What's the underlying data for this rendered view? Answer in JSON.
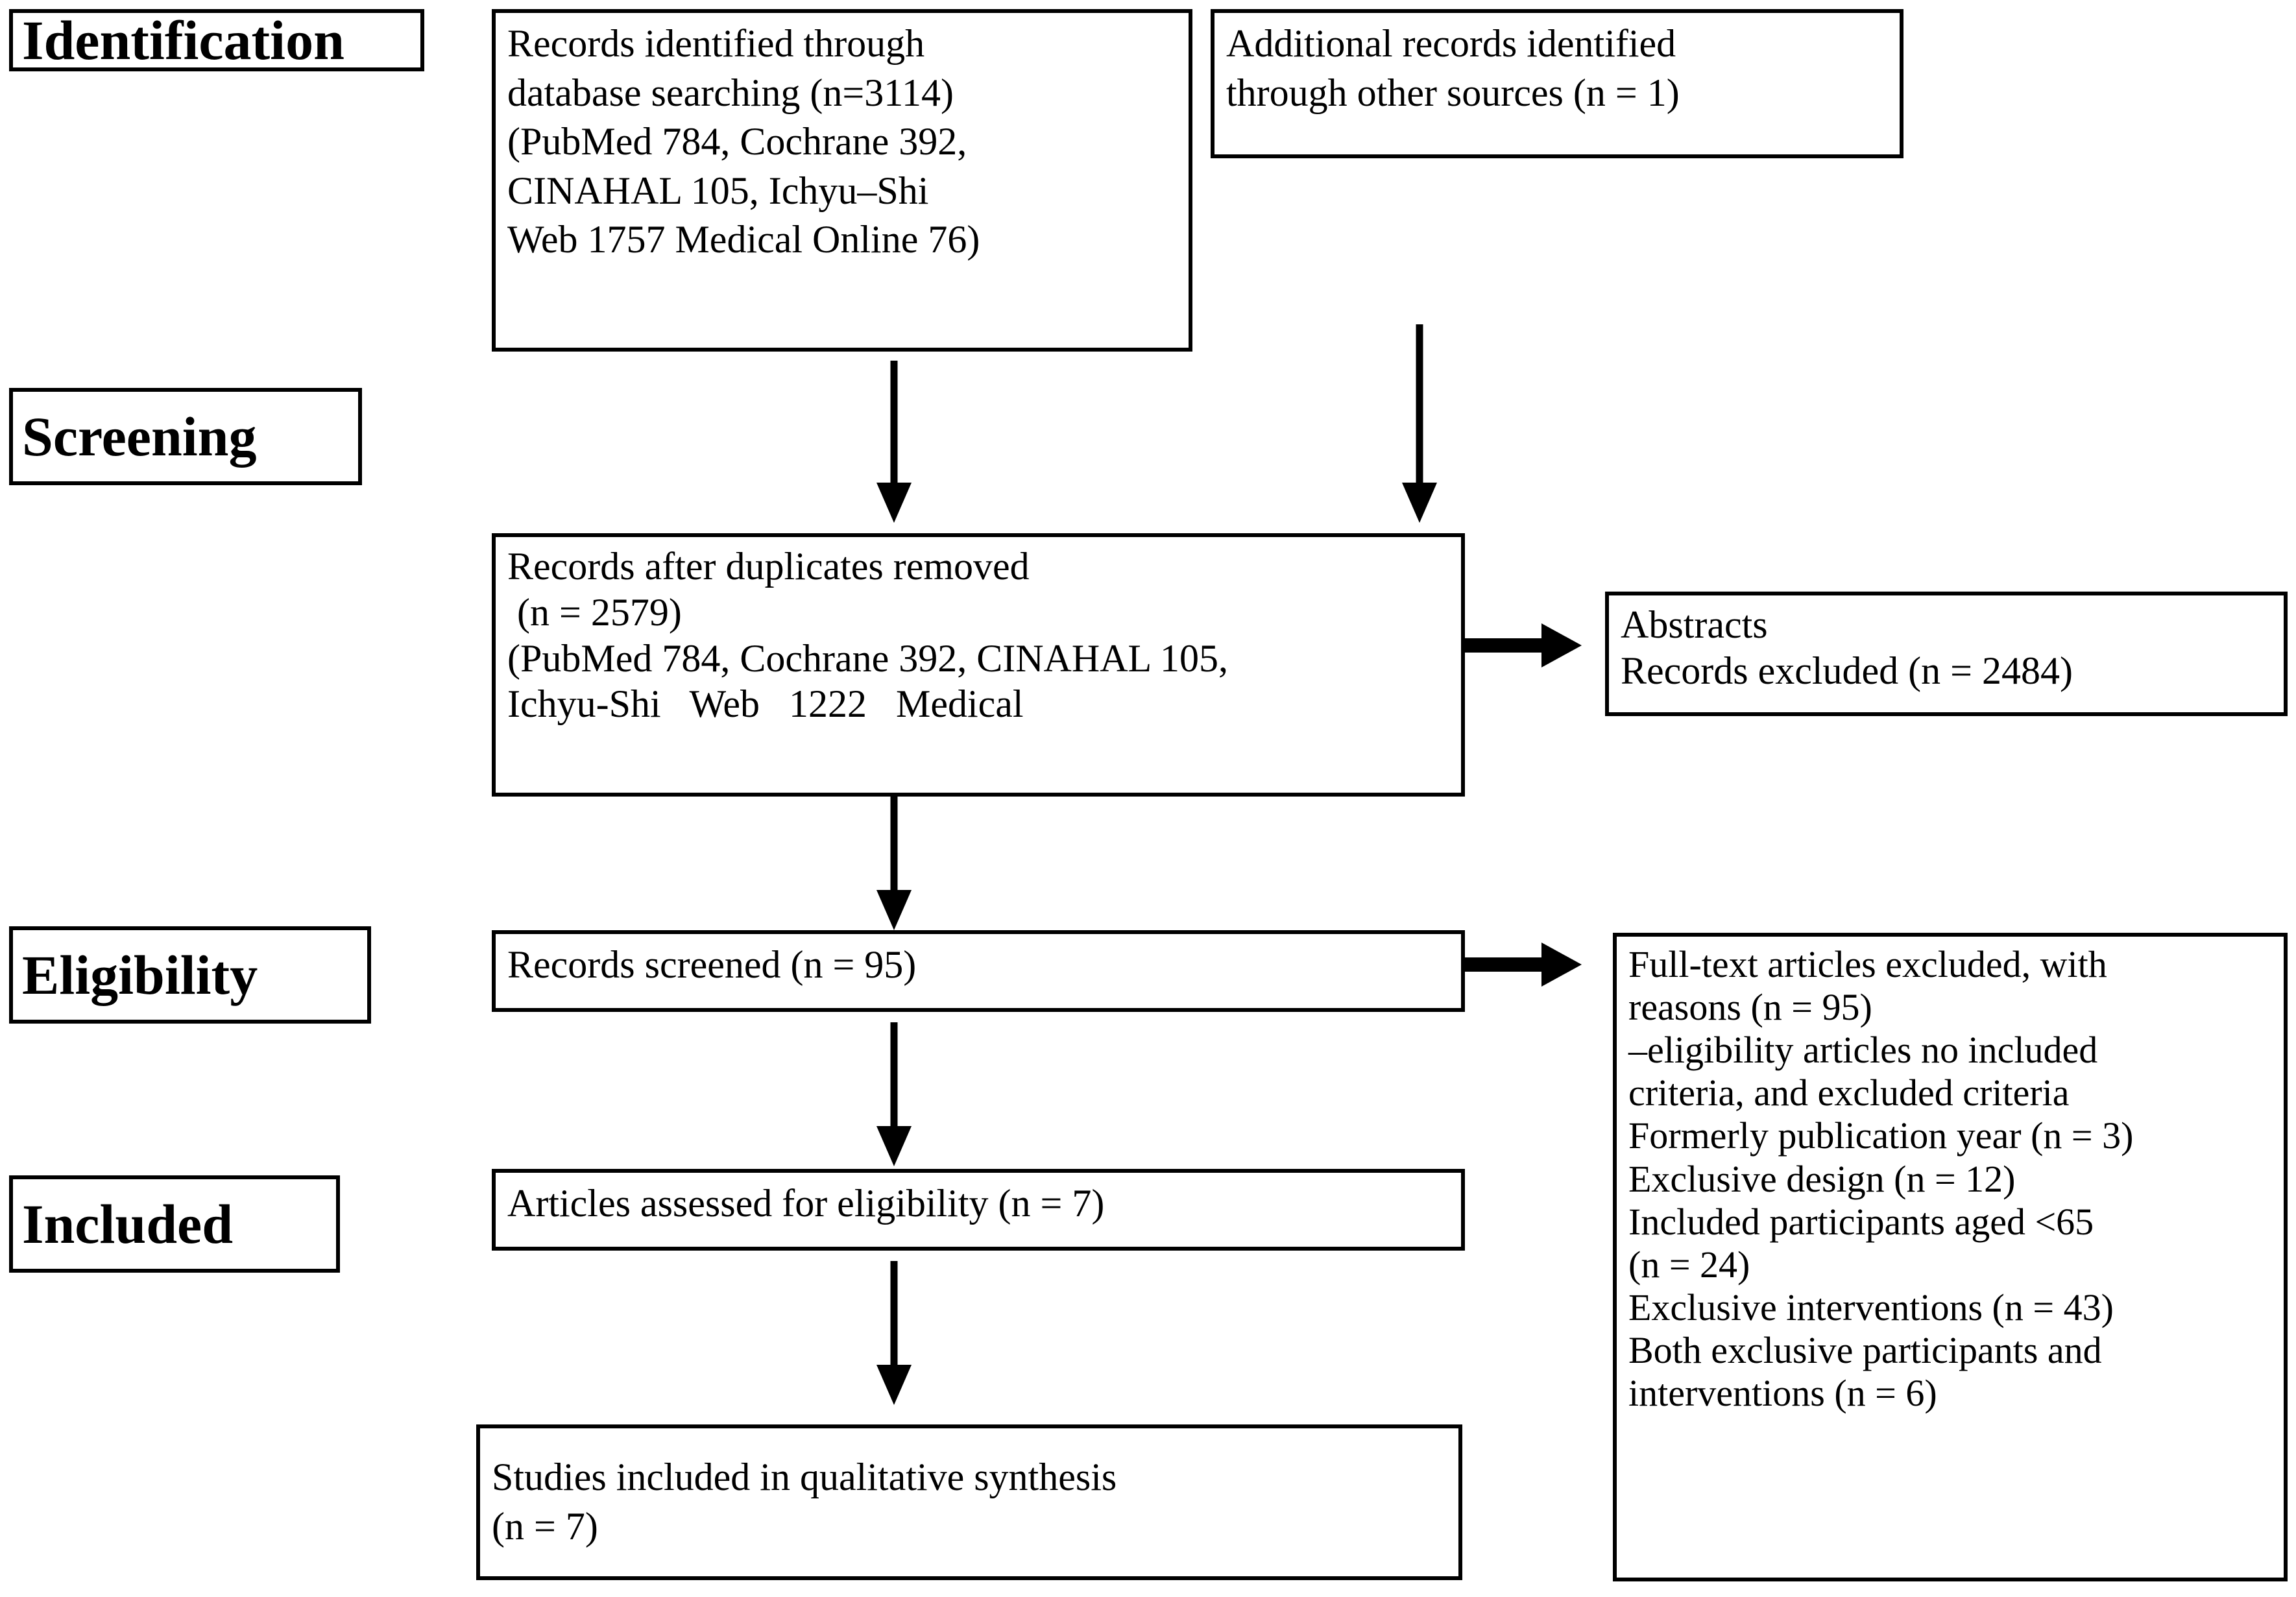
{
  "diagram": {
    "type": "prisma-flow-diagram",
    "title": "PRISMA flow diagram"
  },
  "stages": [
    {
      "id": "identification",
      "label": "Identification"
    },
    {
      "id": "screening",
      "label": "Screening"
    },
    {
      "id": "eligibility",
      "label": "Eligibility"
    },
    {
      "id": "included",
      "label": "Included"
    }
  ],
  "boxes": {
    "records_identified": {
      "text": "Records identified through\ndatabase searching (n=3114)\n(PubMed 784, Cochrane 392,\nCINAHAL 105, Ichyu–Shi\nWeb 1757 Medical Online 76)"
    },
    "additional_records": {
      "text": "Additional records identified\nthrough other sources (n = 1)"
    },
    "duplicates_removed": {
      "text": "Records after duplicates removed\n (n = 2579)\n(PubMed 784, Cochrane 392, CINAHAL 105,\nIchyu-Shi   Web   1222   Medical"
    },
    "abstracts_excluded": {
      "text": "Abstracts\nRecords excluded (n = 2484)"
    },
    "records_screened": {
      "text": "Records screened (n = 95)"
    },
    "full_text_excluded": {
      "text": "Full-text articles excluded, with\nreasons (n = 95)\n–eligibility articles no included\ncriteria, and excluded criteria\nFormerly publication year (n = 3)\nExclusive design (n = 12)\nIncluded participants aged <65\n(n = 24)\nExclusive interventions (n = 43)\nBoth exclusive participants and\ninterventions (n = 6)"
    },
    "articles_assessed": {
      "text": "Articles assessed for eligibility (n = 7)"
    },
    "studies_included": {
      "text": "Studies included in qualitative synthesis\n(n = 7)"
    }
  },
  "counts": {
    "database_searching_total": 3114,
    "pubmed_initial": 784,
    "cochrane_initial": 392,
    "cinahal_initial": 105,
    "ichyu_shi_web_initial": 1757,
    "medical_online_initial": 76,
    "additional_other_sources": 1,
    "after_duplicates_removed": 2579,
    "ichyu_shi_web_after_dedup": 1222,
    "abstract_records_excluded": 2484,
    "records_screened": 95,
    "full_text_excluded_total": 95,
    "excluded_publication_year": 3,
    "excluded_design": 12,
    "excluded_participants_under_65": 24,
    "excluded_interventions": 43,
    "excluded_both_participants_and_interventions": 6,
    "articles_assessed_for_eligibility": 7,
    "studies_included": 7
  },
  "colors": {
    "stroke": "#000000",
    "background": "#ffffff",
    "text": "#000000"
  }
}
